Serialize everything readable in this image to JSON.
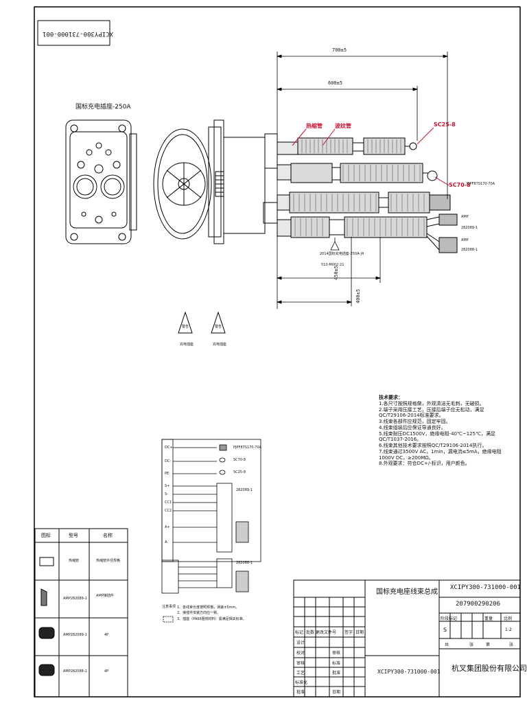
{
  "drawing": {
    "code_box_mirrored": "XCIPY300-731000-001",
    "part_title": "国标充电插座-250A",
    "dims": {
      "d1": "700±5",
      "d2": "600±5",
      "d3": "450±5",
      "d4": "400±5"
    },
    "cable_labels": {
      "red1": "热缩管",
      "red2": "波纹管",
      "sc25": "SC25-8",
      "sc70": "SC70-8",
      "connector_pn": "PJPF87S170-70A",
      "amp1": "AMP",
      "amp1_pn": "282089-1",
      "amp2": "AMP",
      "amp2_pn": "282088-1",
      "label_std": "2014国标充电插座-250A-J4",
      "label_pn": "510-M002-21"
    },
    "warnings": [
      {
        "sign": "警告",
        "caption": "充电插座"
      },
      {
        "sign": "警告",
        "caption": "充电插座"
      }
    ],
    "tech_notes": {
      "heading": "技术要求：",
      "items": [
        "1.各尺寸按照规格做，外观清洁无毛刺，无破损。",
        "2.端子采用压接工艺，压接后端子应无松动，满足",
        "QC/T29106-2014标准要求。",
        "3.线束各部件应规范，固定牢固。",
        "4.线束组装后应保证导通良好。",
        "5.线束耐压DC1500V，绝缘电阻-40℃~125℃，满足",
        "QC/T1037-2016。",
        "6.线束其他技术要求按照QC/T29106-2014执行。",
        "7.线束通过3500V AC，1min，漏电流≤5mA，绝缘电阻",
        "1000V DC，≥200MΩ。",
        "8.外观要求：符合DC+/-标识，用户颜色。"
      ]
    },
    "schematic": {
      "left_pins": [
        "DC+",
        "DC-",
        "PE",
        "S+",
        "S-",
        "CC1",
        "CC2",
        "A+",
        "A-"
      ],
      "right_labels": [
        "PJPF87S170-70A",
        "SC70-8",
        "SC25-8",
        "282089-1",
        "282088-1"
      ],
      "notes": [
        "注意事项",
        "1、各线束长度按照规格，误差±5mm。",
        "2、接插件安装方向应一致。",
        "3、插座（PA66阻燃材料）需满足相关标准。"
      ]
    },
    "legend": {
      "headers": [
        "图标",
        "型号",
        "名称"
      ],
      "rows": [
        {
          "model": "热缩管",
          "name": "热缩管外径规格"
        },
        {
          "model": "AMP282089-1",
          "name": "AMP接插件"
        },
        {
          "model": "AMP282089-1",
          "name": "4P"
        },
        {
          "model": "AMP282088-1",
          "name": "4P"
        }
      ]
    },
    "title_block": {
      "product_name": "国标充电座线束总成",
      "drawing_number": "XCIPY300-731000-001",
      "sub_number": "207900290206",
      "bottom_code": "XCIPY300-731000-001",
      "company": "杭叉集团股份有限公司",
      "stage_label": "阶段标记",
      "weight_label": "重量",
      "scale_label": "比例",
      "scale_value": "1:2",
      "stage_value": "S",
      "sheet_total": "共",
      "sheet_label": "张",
      "sheet_num": "第",
      "sheet_end": "张",
      "rev_headers": [
        "标记",
        "处数",
        "更改文件号",
        "签字",
        "日期"
      ],
      "sign_rows": [
        "设计",
        "校对",
        "审核",
        "工艺",
        "标准化",
        "批准"
      ],
      "mid_labels": [
        "审核",
        "标准",
        "批准",
        "日期"
      ]
    }
  }
}
